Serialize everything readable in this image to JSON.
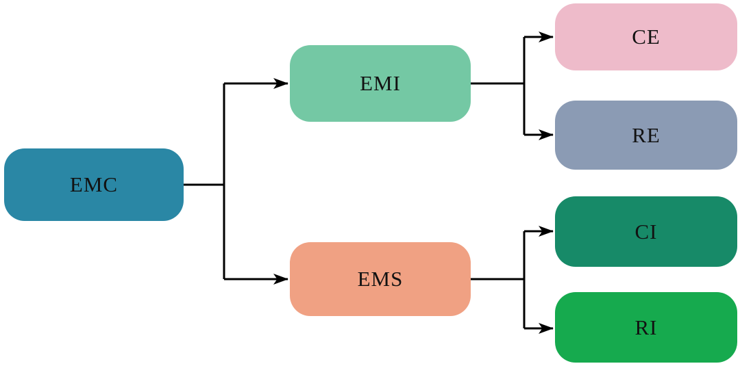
{
  "canvas": {
    "background_color": "#ffffff",
    "line_color": "#000000",
    "text_color": "#121212"
  },
  "nodes": {
    "emc": {
      "label": "EMC",
      "color": "#2a87a5"
    },
    "emi": {
      "label": "EMI",
      "color": "#74c8a4"
    },
    "ems": {
      "label": "EMS",
      "color": "#f0a183"
    },
    "ce": {
      "label": "CE",
      "color": "#eebbca"
    },
    "re": {
      "label": "RE",
      "color": "#8b9bb4"
    },
    "ci": {
      "label": "CI",
      "color": "#178a68"
    },
    "ri": {
      "label": "RI",
      "color": "#16aa4e"
    }
  },
  "edges": [
    {
      "from": "EMC",
      "to": "EMI"
    },
    {
      "from": "EMC",
      "to": "EMS"
    },
    {
      "from": "EMI",
      "to": "CE"
    },
    {
      "from": "EMI",
      "to": "RE"
    },
    {
      "from": "EMS",
      "to": "CI"
    },
    {
      "from": "EMS",
      "to": "RI"
    }
  ]
}
